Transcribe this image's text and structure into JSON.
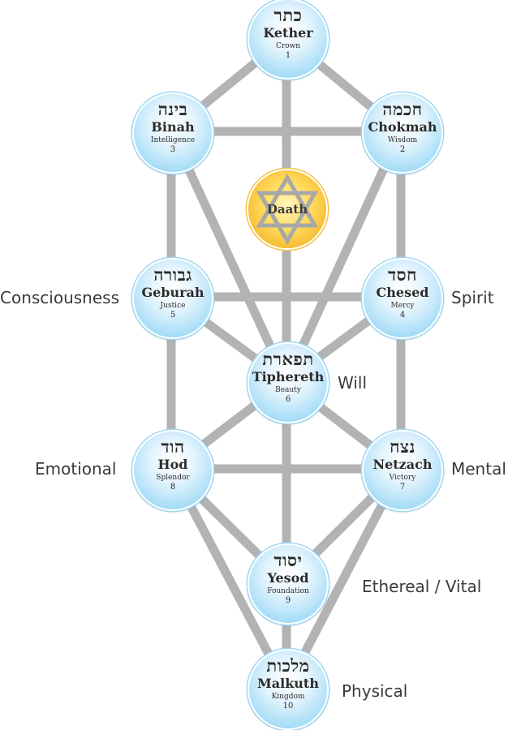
{
  "colors": {
    "path": "#b3b3b3",
    "sphere_edge": "#7fcbf0",
    "daath_gold": "#f6b72a",
    "star": "#a8a8a8",
    "text": "#2b2b2b",
    "side_label": "#3a3a3a"
  },
  "icons": {
    "daath_symbol": "star-of-david-icon"
  },
  "sephiroth": [
    {
      "id": "kether",
      "hebrew": "כתר",
      "name": "Kether",
      "meaning": "Crown",
      "number": "1"
    },
    {
      "id": "chokmah",
      "hebrew": "חכמה",
      "name": "Chokmah",
      "meaning": "Wisdom",
      "number": "2"
    },
    {
      "id": "binah",
      "hebrew": "בינה",
      "name": "Binah",
      "meaning": "Intelligence",
      "number": "3"
    },
    {
      "id": "chesed",
      "hebrew": "חסד",
      "name": "Chesed",
      "meaning": "Mercy",
      "number": "4"
    },
    {
      "id": "geburah",
      "hebrew": "גבורה",
      "name": "Geburah",
      "meaning": "Justice",
      "number": "5"
    },
    {
      "id": "tiphereth",
      "hebrew": "תפארת",
      "name": "Tiphereth",
      "meaning": "Beauty",
      "number": "6"
    },
    {
      "id": "netzach",
      "hebrew": "נצח",
      "name": "Netzach",
      "meaning": "Victory",
      "number": "7"
    },
    {
      "id": "hod",
      "hebrew": "הוד",
      "name": "Hod",
      "meaning": "Splendor",
      "number": "8"
    },
    {
      "id": "yesod",
      "hebrew": "יסוד",
      "name": "Yesod",
      "meaning": "Foundation",
      "number": "9"
    },
    {
      "id": "malkuth",
      "hebrew": "מלכות",
      "name": "Malkuth",
      "meaning": "Kingdom",
      "number": "10"
    }
  ],
  "daath": {
    "name": "Daath"
  },
  "paths": [
    [
      "kether",
      "chokmah"
    ],
    [
      "kether",
      "binah"
    ],
    [
      "kether",
      "tiphereth"
    ],
    [
      "chokmah",
      "binah"
    ],
    [
      "chokmah",
      "chesed"
    ],
    [
      "chokmah",
      "tiphereth"
    ],
    [
      "binah",
      "geburah"
    ],
    [
      "binah",
      "tiphereth"
    ],
    [
      "chesed",
      "geburah"
    ],
    [
      "chesed",
      "tiphereth"
    ],
    [
      "chesed",
      "netzach"
    ],
    [
      "geburah",
      "tiphereth"
    ],
    [
      "geburah",
      "hod"
    ],
    [
      "tiphereth",
      "netzach"
    ],
    [
      "tiphereth",
      "hod"
    ],
    [
      "tiphereth",
      "yesod"
    ],
    [
      "netzach",
      "hod"
    ],
    [
      "netzach",
      "yesod"
    ],
    [
      "netzach",
      "malkuth"
    ],
    [
      "hod",
      "yesod"
    ],
    [
      "hod",
      "malkuth"
    ],
    [
      "yesod",
      "malkuth"
    ]
  ],
  "side_labels": {
    "consciousness": "Consciousness",
    "spirit": "Spirit",
    "will": "Will",
    "emotional": "Emotional",
    "mental": "Mental",
    "ethereal": "Ethereal / Vital",
    "physical": "Physical"
  }
}
